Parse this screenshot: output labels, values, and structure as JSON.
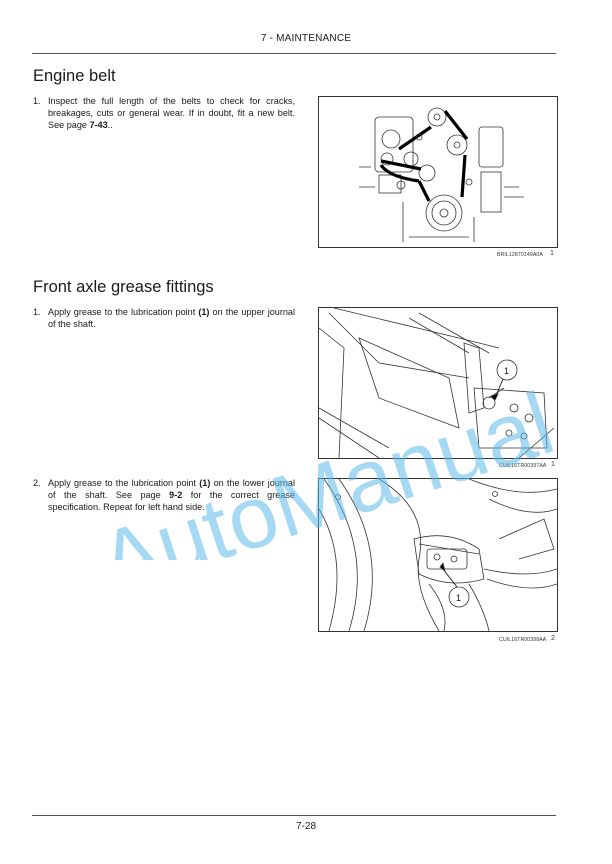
{
  "header": {
    "title": "7 - MAINTENANCE"
  },
  "sections": [
    {
      "title": "Engine belt",
      "steps": [
        {
          "num": "1.",
          "text": "Inspect the full length of the belts to check for cracks, breakages, cuts or general wear. If in doubt, fit a new belt. See page ",
          "ref": "7-43",
          "after": ".."
        }
      ],
      "figures": [
        {
          "caption": "BRIL12870149A0A",
          "number": "1"
        }
      ]
    },
    {
      "title": "Front axle grease fittings",
      "steps": [
        {
          "num": "1.",
          "pre": "Apply grease to the lubrication point ",
          "bold": "(1)",
          "post": " on the upper journal of the shaft."
        },
        {
          "num": "2.",
          "pre": "Apply grease to the lubrication point ",
          "bold": "(1)",
          "mid": " on the lower journal of the shaft. See page ",
          "ref": "9-2",
          "post": " for the correct grease specification. Repeat for left hand side."
        }
      ],
      "figures": [
        {
          "caption": "CUIL16TR00397AA",
          "number": "1",
          "callout": "1"
        },
        {
          "caption": "CUIL16TR00398AA",
          "number": "2",
          "callout": "1"
        }
      ]
    }
  ],
  "watermark": {
    "text": "AutoManual",
    "color": "#5bb8e8"
  },
  "footer": {
    "page": "7-28"
  }
}
